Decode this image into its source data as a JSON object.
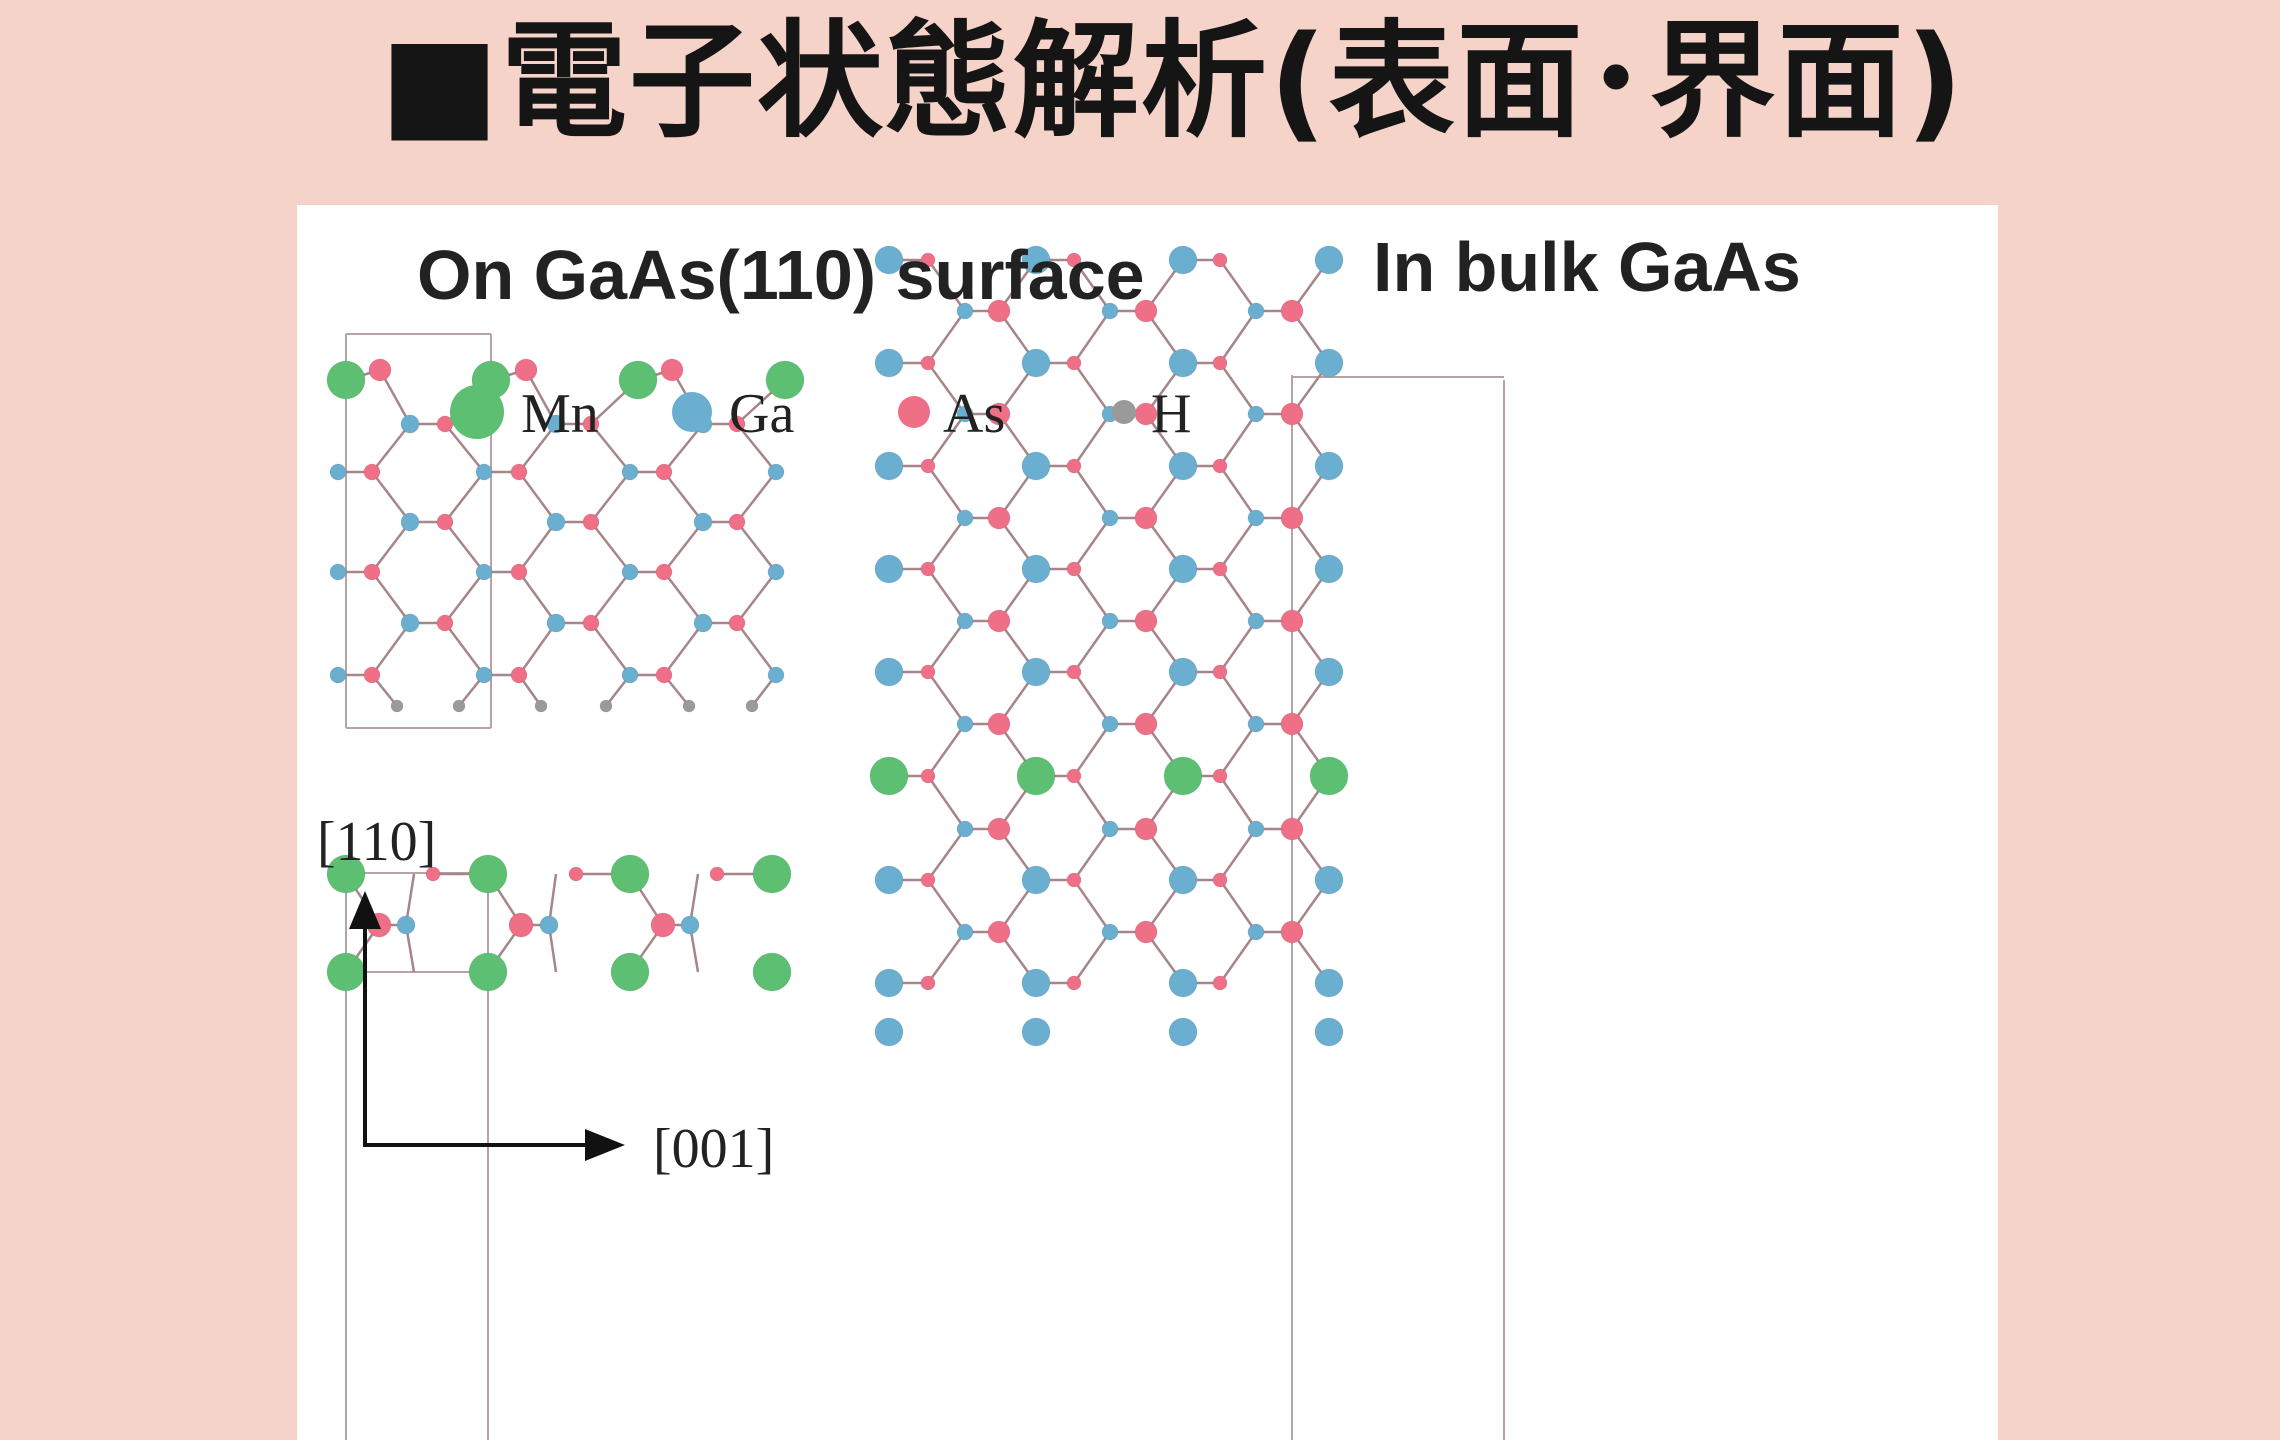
{
  "page_title": "■電子状態解析(表面･界面)",
  "panel_titles": {
    "surface": "On GaAs(110) surface",
    "bulk": "In bulk GaAs"
  },
  "legend": [
    {
      "label": "Mn",
      "color": "#5dbf72",
      "element": "Mn"
    },
    {
      "label": "Ga",
      "color": "#6aaed0",
      "element": "Ga"
    },
    {
      "label": "As",
      "color": "#ee6f86",
      "element": "As"
    },
    {
      "label": "H",
      "color": "#9a9a9a",
      "element": "H"
    }
  ],
  "axes": {
    "vertical": "[110]",
    "horizontal": "[001]"
  },
  "colors": {
    "background": "#f5d3c9",
    "panel": "#ffffff",
    "bond": "#a6868a",
    "cell_outline": "#b7a3a3"
  }
}
